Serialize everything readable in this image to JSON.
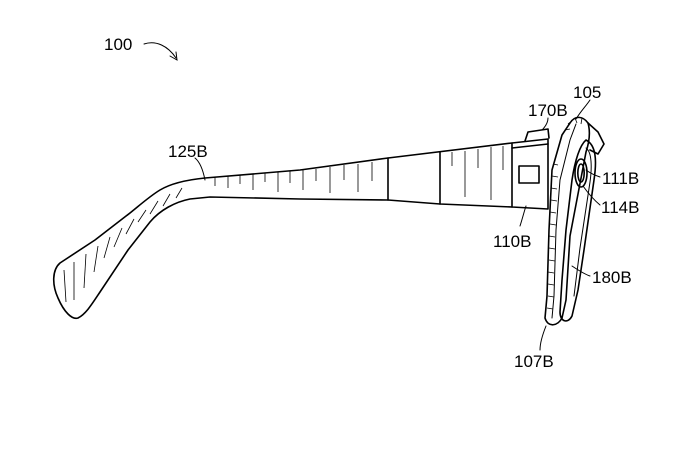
{
  "figure": {
    "labels": {
      "main": "100",
      "frame": "105",
      "hinge": "170B",
      "temple": "125B",
      "lens_top": "111B",
      "lens_mid": "114B",
      "block": "110B",
      "lens": "180B",
      "rim": "107B"
    }
  }
}
